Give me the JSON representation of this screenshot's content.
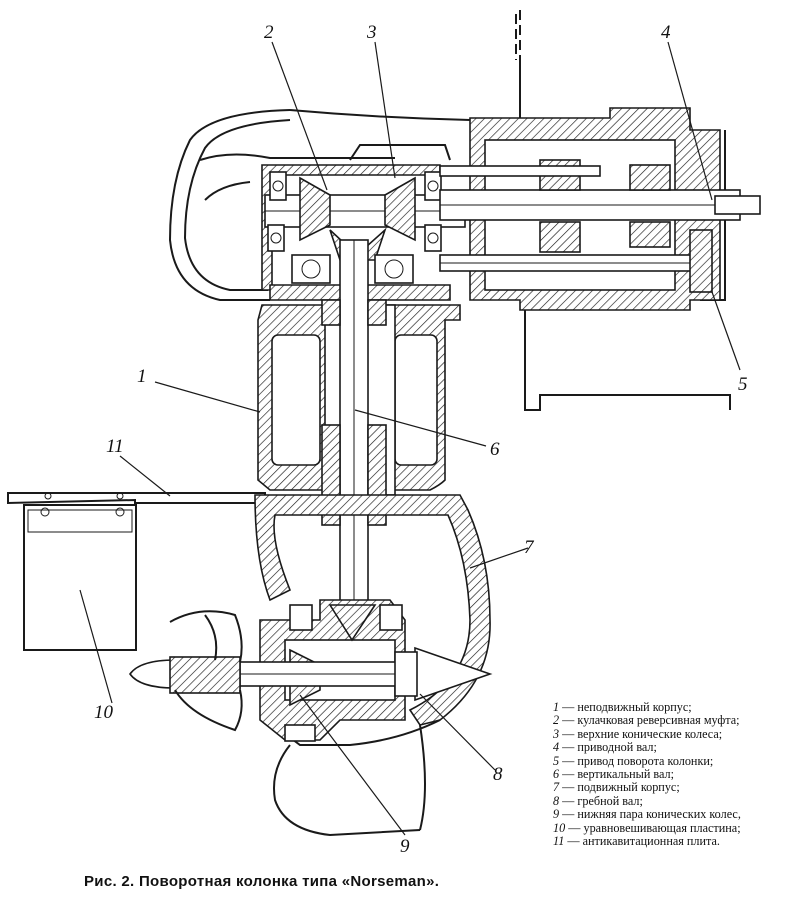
{
  "callouts": [
    "1",
    "2",
    "3",
    "4",
    "5",
    "6",
    "7",
    "8",
    "9",
    "10",
    "11"
  ],
  "legend": [
    {
      "num": "1",
      "text": " — неподвижный корпус;"
    },
    {
      "num": "2",
      "text": " — кулачковая реверсивная муфта;"
    },
    {
      "num": "3",
      "text": " — верхние конические колеса;"
    },
    {
      "num": "4",
      "text": " — приводной вал;"
    },
    {
      "num": "5",
      "text": " — привод поворота колонки;"
    },
    {
      "num": "6",
      "text": " — вертикальный вал;"
    },
    {
      "num": "7",
      "text": " — подвижный корпус;"
    },
    {
      "num": "8",
      "text": " — гребной вал;"
    },
    {
      "num": "9",
      "text": " — нижняя пара конических колес,"
    },
    {
      "num": "10",
      "text": " — уравновешивающая пластина;"
    },
    {
      "num": "11",
      "text": " — антикавитационная плита."
    }
  ],
  "caption": "Рис. 2. Поворотная колонка типа «Norseman»."
}
